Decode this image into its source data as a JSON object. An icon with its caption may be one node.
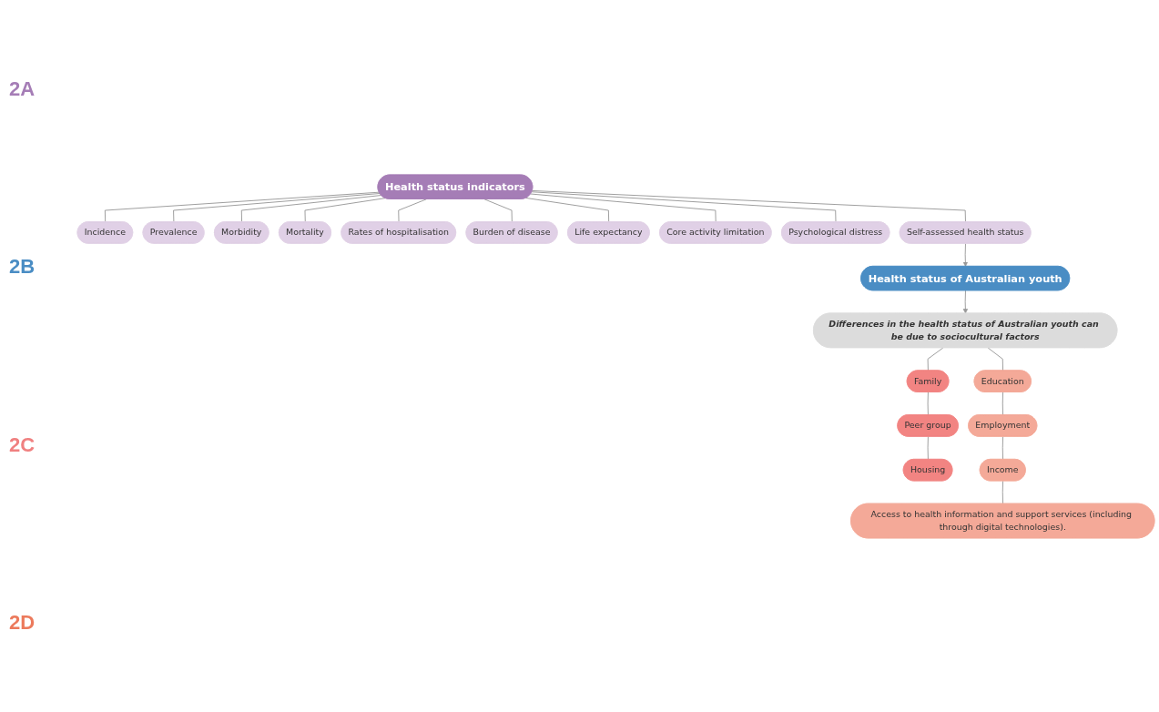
{
  "diagram": {
    "nodes": [
      {
        "text": [
          "Health status indicators"
        ]
      },
      {
        "text": [
          "Incidence"
        ]
      },
      {
        "text": [
          "Prevalence"
        ]
      },
      {
        "text": [
          "Morbidity"
        ]
      },
      {
        "text": [
          "Mortality"
        ]
      },
      {
        "text": [
          "Rates of hospitalisation"
        ]
      },
      {
        "text": [
          "Burden of disease"
        ]
      },
      {
        "text": [
          "Life expectancy"
        ]
      },
      {
        "text": [
          "Core activity limitation"
        ]
      },
      {
        "text": [
          "Psychological distress"
        ]
      },
      {
        "text": [
          "Self-assessed health status"
        ]
      },
      {
        "text": [
          "Health status of Australian youth"
        ]
      },
      {
        "text": [
          "Differences in the health status of Australian youth can be due to sociocultural factors"
        ]
      },
      {
        "text": [
          "Family"
        ]
      },
      {
        "text": [
          "Peer group"
        ]
      },
      {
        "text": [
          "Housing"
        ]
      },
      {
        "text": [
          "Education"
        ]
      },
      {
        "text": [
          "Employment"
        ]
      },
      {
        "text": [
          "Income"
        ]
      },
      {
        "text": [
          "Access to health information and support services (including through digital technologies)."
        ]
      }
    ],
    "edges": [
      {
        "from": 0,
        "to": 1,
        "arrow": "none"
      },
      {
        "from": 0,
        "to": 2,
        "arrow": "none"
      },
      {
        "from": 0,
        "to": 3,
        "arrow": "none"
      },
      {
        "from": 0,
        "to": 4,
        "arrow": "none"
      },
      {
        "from": 0,
        "to": 5,
        "arrow": "none"
      },
      {
        "from": 0,
        "to": 6,
        "arrow": "none"
      },
      {
        "from": 0,
        "to": 7,
        "arrow": "none"
      },
      {
        "from": 0,
        "to": 8,
        "arrow": "none"
      },
      {
        "from": 0,
        "to": 9,
        "arrow": "none"
      },
      {
        "from": 0,
        "to": 10,
        "arrow": "none"
      },
      {
        "from": 10,
        "to": 11,
        "arrow": "to"
      },
      {
        "from": 11,
        "to": 12,
        "arrow": "to"
      },
      {
        "from": 12,
        "to": 13,
        "arrow": "none"
      },
      {
        "from": 12,
        "to": 16,
        "arrow": "none"
      },
      {
        "from": 13,
        "to": 14,
        "arrow": "none"
      },
      {
        "from": 14,
        "to": 15,
        "arrow": "none"
      },
      {
        "from": 16,
        "to": 17,
        "arrow": "none"
      },
      {
        "from": 17,
        "to": 18,
        "arrow": "none"
      },
      {
        "from": 18,
        "to": 19,
        "arrow": "none"
      }
    ],
    "labels": [
      "2A",
      "2B",
      "2C",
      "2D"
    ]
  }
}
